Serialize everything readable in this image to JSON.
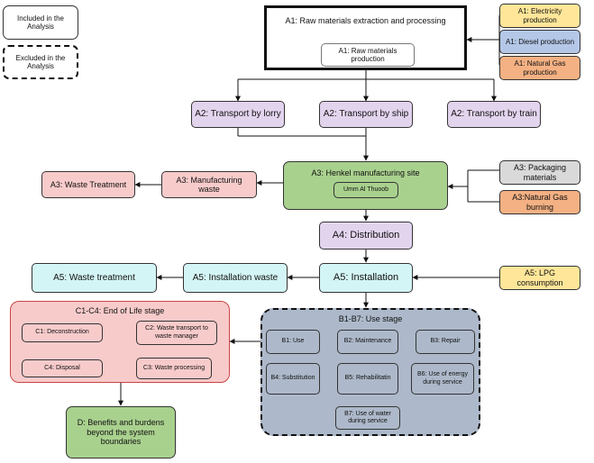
{
  "legend": {
    "included": "Included in the Analysis",
    "excluded": "Excluded in the Analysis"
  },
  "a1": {
    "title": "A1: Raw materials extraction and processing",
    "inner": "A1: Raw materials production",
    "electricity": "A1: Electricity production",
    "diesel": "A1: Diesel production",
    "natural_gas": "A1: Natural Gas production"
  },
  "a2": {
    "lorry": "A2: Transport by lorry",
    "ship": "A2: Transport by ship",
    "train": "A2: Transport by train"
  },
  "a3": {
    "site": "A3: Henkel manufacturing site",
    "location": "Umm Al Thuoob",
    "manufacturing_waste": "A3: Manufacturing waste",
    "waste_treatment": "A3: Waste Treatment",
    "packaging": "A3: Packaging materials",
    "natural_gas_burning": "A3:Natural Gas burning"
  },
  "a4": {
    "distribution": "A4: Distribution"
  },
  "a5": {
    "installation": "A5: Installation",
    "installation_waste": "A5: Installation waste",
    "waste_treatment": "A5: Waste treatment",
    "lpg": "A5: LPG consumption"
  },
  "c_stage": {
    "title": "C1-C4: End of Life stage",
    "c1": "C1: Deconstruction",
    "c2": "C2: Waste transport to waste manager",
    "c3": "C3: Waste processing",
    "c4": "C4: Disposal"
  },
  "b_stage": {
    "title": "B1-B7: Use stage",
    "b1": "B1: Use",
    "b2": "B2: Maintenance",
    "b3": "B3: Repair",
    "b4": "B4: Substitution",
    "b5": "B5: Rehabilitatin",
    "b6": "B6: Use of energy during service",
    "b7": "B7: Use of water during service"
  },
  "d": {
    "benefits": "D: Benefits and burdens beyond the system boundaries"
  }
}
